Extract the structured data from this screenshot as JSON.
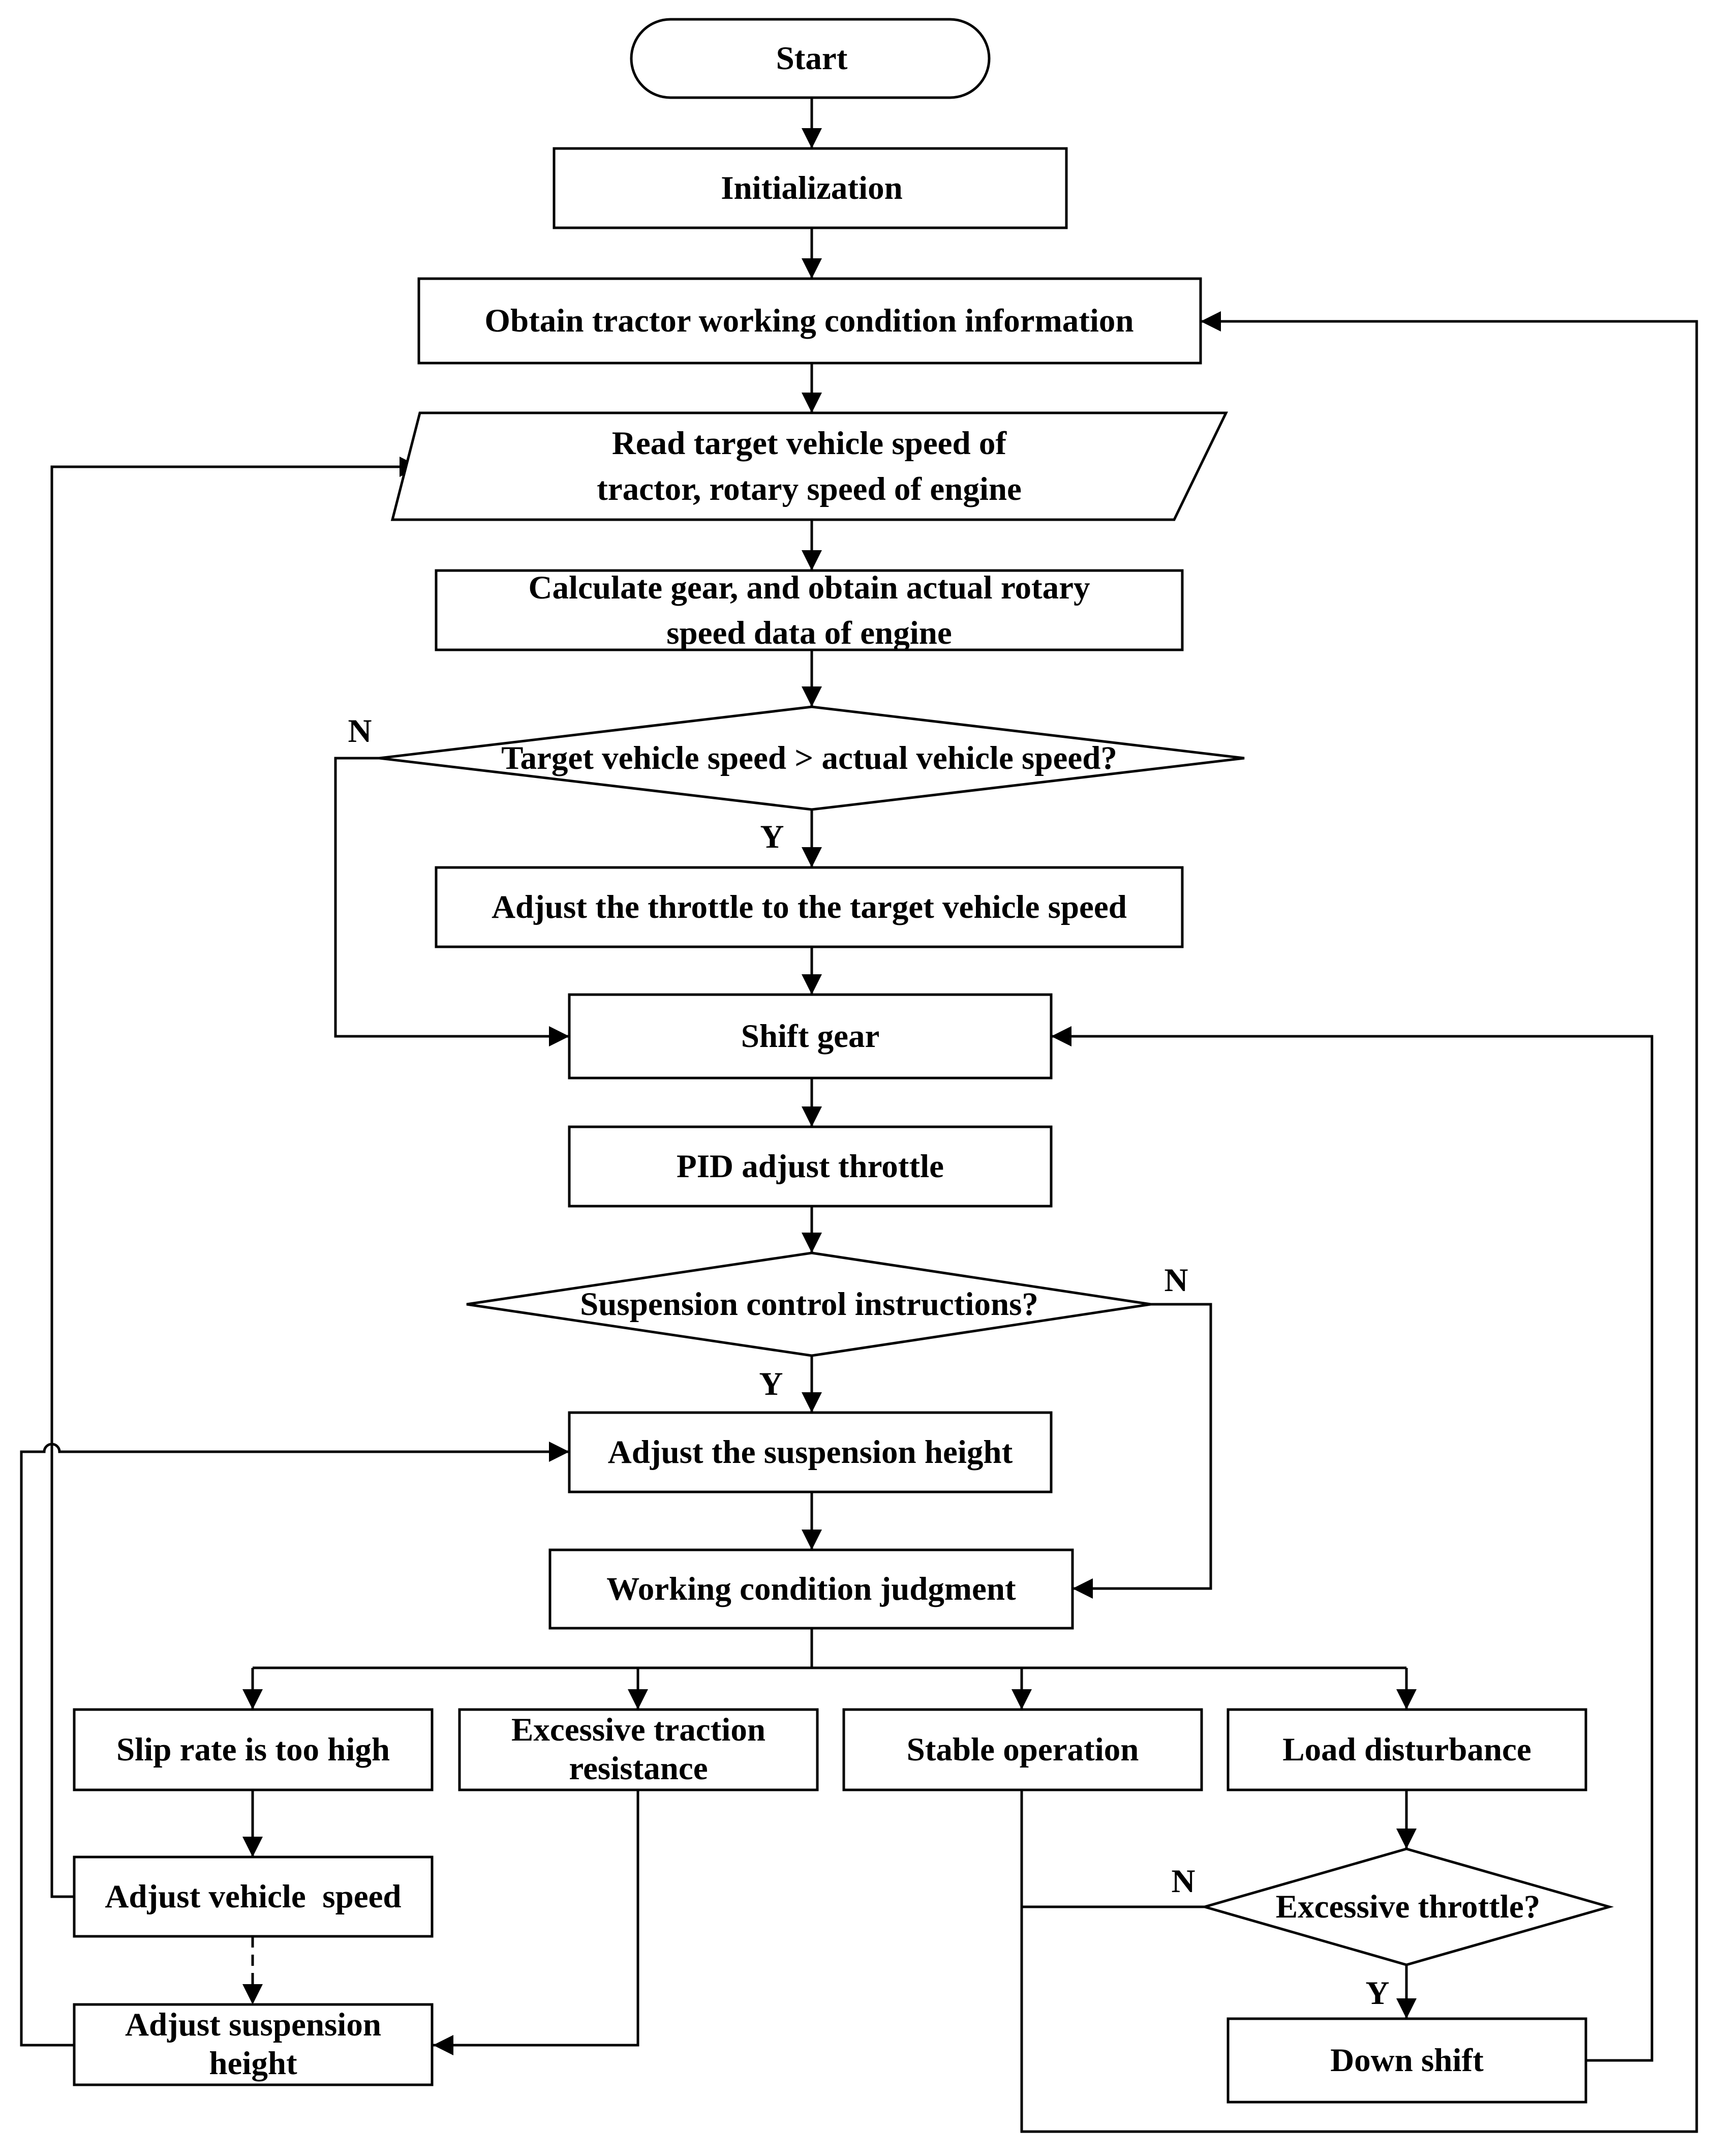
{
  "nodes": {
    "start": "Start",
    "init": "Initialization",
    "obtain": "Obtain tractor working condition information",
    "read": [
      "Read target vehicle speed of",
      "tractor, rotary speed of engine"
    ],
    "calc": [
      "Calculate gear, and obtain actual rotary",
      "speed data of engine"
    ],
    "dec_target": "Target vehicle speed > actual vehicle speed?",
    "adj_throttle": "Adjust the throttle to the target vehicle speed",
    "shift": "Shift gear",
    "pid": "PID adjust throttle",
    "dec_susp": "Suspension control instructions?",
    "adj_susp_height": "Adjust the suspension height",
    "wcj": "Working condition judgment",
    "slip": "Slip rate is too high",
    "excess_traction": [
      "Excessive traction",
      "resistance"
    ],
    "stable": "Stable operation",
    "load": "Load disturbance",
    "adj_speed": "Adjust vehicle  speed",
    "adj_susp": [
      "Adjust suspension",
      "height"
    ],
    "dec_throttle": "Excessive throttle?",
    "down": "Down shift"
  },
  "edge_labels": {
    "target_no": "N",
    "target_yes": "Y",
    "susp_no": "N",
    "susp_yes": "Y",
    "throttle_no": "N",
    "throttle_yes": "Y"
  },
  "colors": {
    "line": "#000000",
    "background": "#ffffff"
  }
}
